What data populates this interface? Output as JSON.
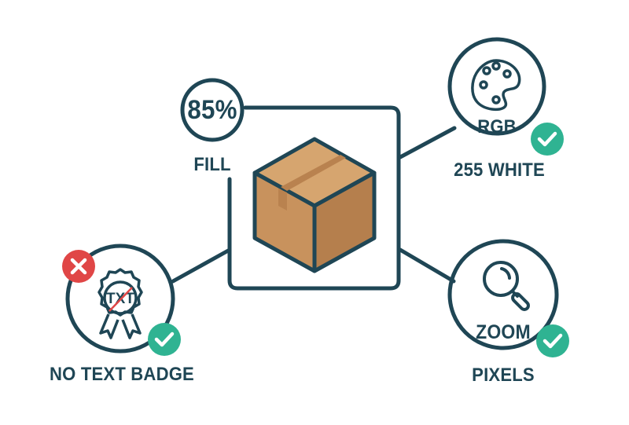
{
  "colors": {
    "stroke": "#1f4655",
    "box_top": "#d6a56f",
    "box_left": "#c8925d",
    "box_right": "#b57f4d",
    "tape": "#b9824f",
    "check_bg": "#2fb392",
    "cross_bg": "#e04646",
    "strike": "#e04646",
    "background": "#ffffff"
  },
  "center": {
    "icon": "cardboard-box-icon"
  },
  "fill_node": {
    "value": "85%",
    "label": "FILL"
  },
  "rgb_node": {
    "icon": "palette-icon",
    "title": "RGB",
    "label": "255 WHITE",
    "status": "check-icon"
  },
  "badge_node": {
    "icon": "award-badge-icon",
    "badge_text": "TXT",
    "label": "NO TEXT BADGE",
    "status_bad": "cross-icon",
    "status_good": "check-icon"
  },
  "zoom_node": {
    "icon": "magnifier-icon",
    "title": "ZOOM",
    "label": "PIXELS",
    "status": "check-icon"
  }
}
